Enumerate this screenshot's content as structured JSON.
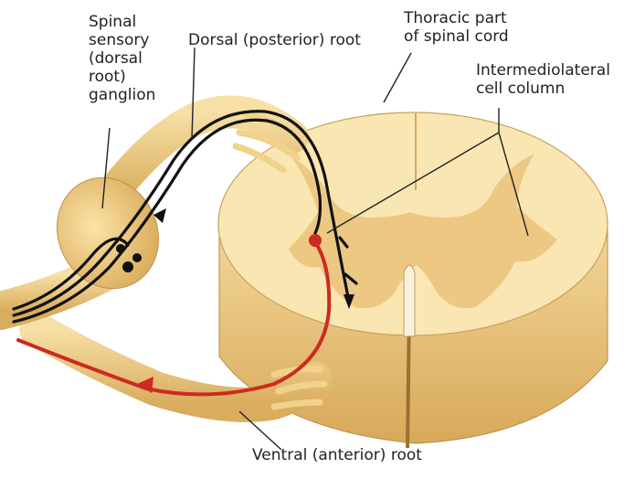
{
  "labels": {
    "ganglion": "Spinal\nsensory\n(dorsal\nroot)\nganglion",
    "dorsal_root": "Dorsal (posterior) root",
    "thoracic": "Thoracic part\nof spinal cord",
    "intermediolateral": "Intermediolateral\ncell column",
    "ventral_root": "Ventral (anterior) root"
  },
  "colors": {
    "white_matter": "#fae6b2",
    "gray_matter": "#ebc680",
    "cord_side": "#f2d18b",
    "nerve": "#f0d48e",
    "nerve_dark": "#c89646",
    "sensory_fiber": "#111111",
    "motor_fiber": "#cc2a22",
    "leader": "#222222"
  },
  "icons": {
    "sensory_arrow": "arrow-up-icon",
    "motor_arrow": "arrow-left-icon"
  }
}
